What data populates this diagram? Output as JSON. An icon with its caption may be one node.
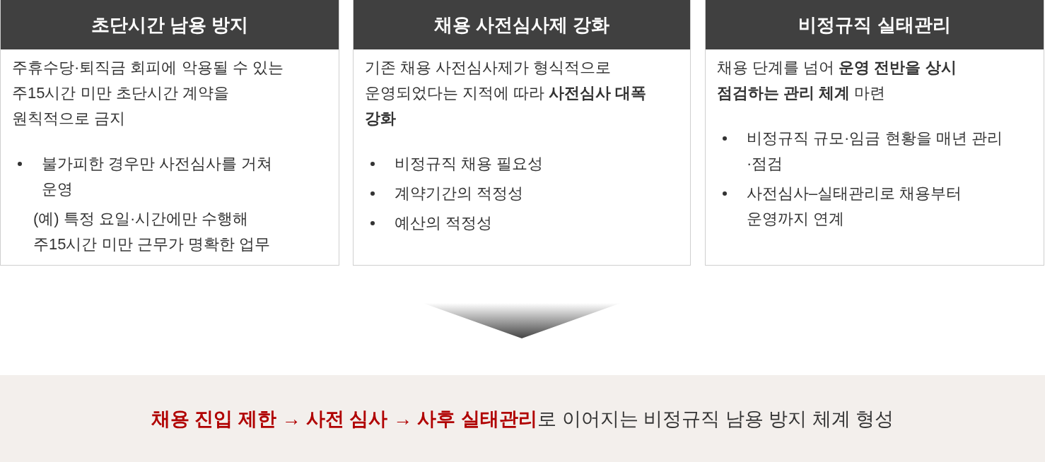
{
  "diagram": {
    "nodes": [
      {
        "text": [
          "초단시간 남용 방지",
          "주휴수당·퇴직금 회피에 악용될 수 있는 주15시간 미만 초단시간 계약을 원칙적으로 금지",
          "불가피한 경우만 사전심사를 거쳐 운영",
          "(예) 특정 요일·시간에만 수행해 주15시간 미만 근무가 명확한 업무"
        ]
      },
      {
        "text": [
          "채용 사전심사제 강화",
          "기존 채용 사전심사제가 형식적으로 운영되었다는 지적에 따라 **사전심사 대폭 강화**",
          "비정규직 채용 필요성",
          "계약기간의 적정성",
          "예산의 적정성"
        ]
      },
      {
        "text": [
          "비정규직 실태관리",
          "채용 단계를 넘어 **운영 전반을 상시 점검하는 관리 체계** 마련",
          "비정규직 규모·임금 현황을 매년 관리·점검",
          "사전심사–실태관리로 채용부터 운영까지 연계"
        ]
      },
      {
        "text": [
          "**채용 진입 제한 → 사전 심사 → 사후 실태관리**로 이어지는 비정규직 남용 방지 체계 형성"
        ]
      }
    ],
    "edges": [
      {
        "from": 1,
        "to": 3,
        "arrow": "to"
      }
    ]
  }
}
